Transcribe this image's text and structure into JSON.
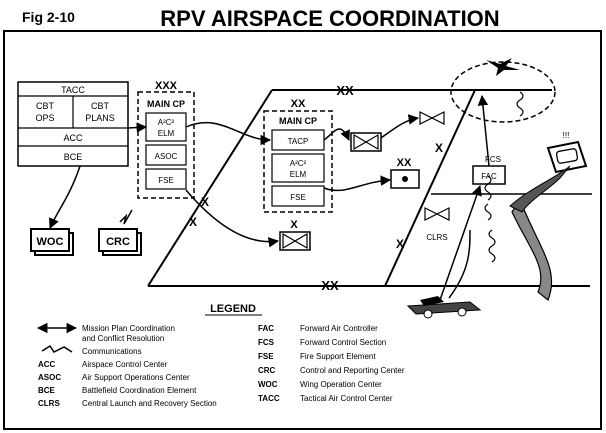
{
  "header": {
    "fig_label": "Fig 2-10",
    "title": "RPV AIRSPACE COORDINATION"
  },
  "tacc_box": {
    "title": "TACC",
    "cbt_ops_1": "CBT",
    "cbt_ops_2": "OPS",
    "cbt_plans_1": "CBT",
    "cbt_plans_2": "PLANS",
    "acc": "ACC",
    "bce": "BCE"
  },
  "corps_cp": {
    "echelon": "XXX",
    "title": "MAIN CP",
    "a2c2_1": "A²C²",
    "a2c2_2": "ELM",
    "asoc": "ASOC",
    "fse": "FSE"
  },
  "div_cp": {
    "echelon": "XX",
    "title": "MAIN CP",
    "tacp": "TACP",
    "a2c2_1": "A²C²",
    "a2c2_2": "ELM",
    "fse": "FSE"
  },
  "boundaries": {
    "top_xx": "XX",
    "bottom_xx": "XX",
    "corps_x": "X",
    "div_x": "X",
    "right_x": "X",
    "mid_x": "X"
  },
  "units": {
    "woc": "WOC",
    "crc": "CRC",
    "brigade_echelon": "X",
    "small_unit_echelon": "XX",
    "fcs": "FCS",
    "fac": "FAC",
    "clrs": "CLRS",
    "gcs": "!!!"
  },
  "legend": {
    "title": "LEGEND",
    "left": [
      {
        "abbr": "",
        "text": "Mission Plan Coordination"
      },
      {
        "abbr": "",
        "text": "and Conflict Resolution"
      },
      {
        "abbr": "",
        "text": "Communications"
      },
      {
        "abbr": "ACC",
        "text": "Airspace Control Center"
      },
      {
        "abbr": "ASOC",
        "text": "Air Support Operations Center"
      },
      {
        "abbr": "BCE",
        "text": "Battlefield Coordination Element"
      },
      {
        "abbr": "CLRS",
        "text": "Central Launch and Recovery Section"
      }
    ],
    "right": [
      {
        "abbr": "FAC",
        "text": "Forward Air Controller"
      },
      {
        "abbr": "FCS",
        "text": "Forward Control Section"
      },
      {
        "abbr": "FSE",
        "text": "Fire Support Element"
      },
      {
        "abbr": "CRC",
        "text": "Control and Reporting Center"
      },
      {
        "abbr": "WOC",
        "text": "Wing Operation Center"
      },
      {
        "abbr": "TACC",
        "text": "Tactical Air Control Center"
      }
    ]
  }
}
